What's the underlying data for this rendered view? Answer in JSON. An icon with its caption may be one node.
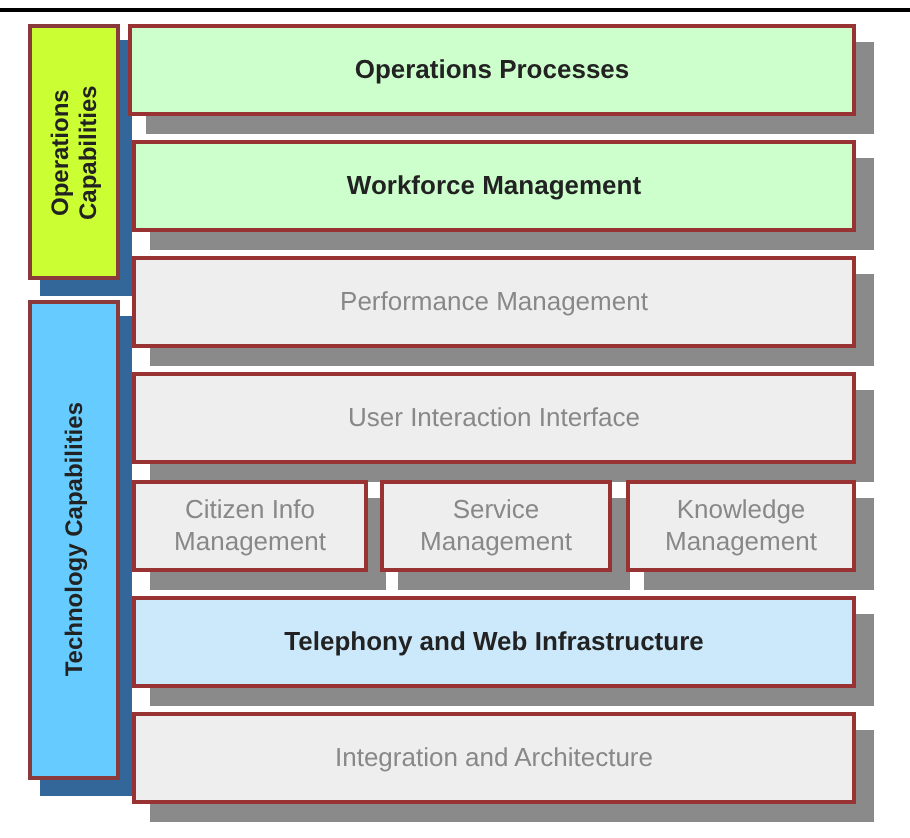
{
  "diagram": {
    "nodes": [
      {
        "text": [
          "Operations Capabilities"
        ]
      },
      {
        "text": [
          "Technology Capabilities"
        ]
      },
      {
        "text": [
          "Operations Processes"
        ]
      },
      {
        "text": [
          "Workforce Management"
        ]
      },
      {
        "text": [
          "Performance Management"
        ]
      },
      {
        "text": [
          "User Interaction Interface"
        ]
      },
      {
        "text": [
          "Citizen Info Management"
        ]
      },
      {
        "text": [
          "Service Management"
        ]
      },
      {
        "text": [
          "Knowledge Management"
        ]
      },
      {
        "text": [
          "Telephony and Web Infrastructure"
        ]
      },
      {
        "text": [
          "Integration and Architecture"
        ]
      }
    ]
  }
}
